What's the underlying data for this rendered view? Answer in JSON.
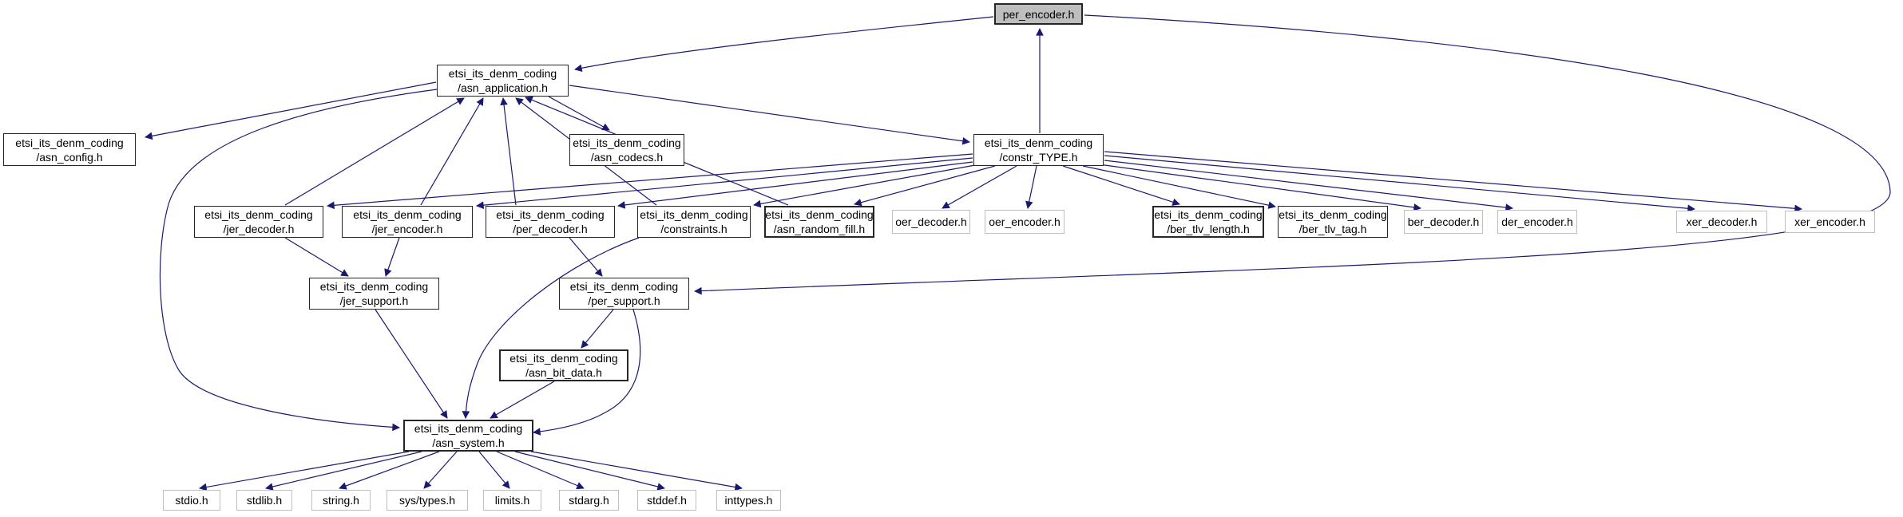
{
  "graph": {
    "root_file": "per_encoder.h",
    "colors": {
      "edge": "#191970",
      "internal_border": "#262626",
      "external_border": "#bfbfbf",
      "root_fill": "#bebebe",
      "node_fill": "#ffffff",
      "text": "#000000"
    },
    "nodes": [
      {
        "id": "per_encoder",
        "kind": "root",
        "lines": [
          "per_encoder.h"
        ]
      },
      {
        "id": "asn_application",
        "kind": "internal",
        "lines": [
          "etsi_its_denm_coding",
          "/asn_application.h"
        ]
      },
      {
        "id": "asn_config",
        "kind": "internal",
        "lines": [
          "etsi_its_denm_coding",
          "/asn_config.h"
        ]
      },
      {
        "id": "asn_codecs",
        "kind": "internal",
        "lines": [
          "etsi_its_denm_coding",
          "/asn_codecs.h"
        ]
      },
      {
        "id": "constr_TYPE",
        "kind": "internal",
        "lines": [
          "etsi_its_denm_coding",
          "/constr_TYPE.h"
        ]
      },
      {
        "id": "jer_decoder",
        "kind": "internal",
        "lines": [
          "etsi_its_denm_coding",
          "/jer_decoder.h"
        ]
      },
      {
        "id": "jer_encoder",
        "kind": "internal",
        "lines": [
          "etsi_its_denm_coding",
          "/jer_encoder.h"
        ]
      },
      {
        "id": "per_decoder",
        "kind": "internal",
        "lines": [
          "etsi_its_denm_coding",
          "/per_decoder.h"
        ]
      },
      {
        "id": "constraints",
        "kind": "internal",
        "lines": [
          "etsi_its_denm_coding",
          "/constraints.h"
        ]
      },
      {
        "id": "asn_random_fill",
        "kind": "internal",
        "lines": [
          "etsi_its_denm_coding",
          "/asn_random_fill.h"
        ]
      },
      {
        "id": "oer_decoder",
        "kind": "external",
        "lines": [
          "oer_decoder.h"
        ]
      },
      {
        "id": "oer_encoder",
        "kind": "external",
        "lines": [
          "oer_encoder.h"
        ]
      },
      {
        "id": "ber_tlv_length",
        "kind": "internal",
        "lines": [
          "etsi_its_denm_coding",
          "/ber_tlv_length.h"
        ]
      },
      {
        "id": "ber_tlv_tag",
        "kind": "internal",
        "lines": [
          "etsi_its_denm_coding",
          "/ber_tlv_tag.h"
        ]
      },
      {
        "id": "ber_decoder",
        "kind": "external",
        "lines": [
          "ber_decoder.h"
        ]
      },
      {
        "id": "der_encoder",
        "kind": "external",
        "lines": [
          "der_encoder.h"
        ]
      },
      {
        "id": "xer_decoder",
        "kind": "external",
        "lines": [
          "xer_decoder.h"
        ]
      },
      {
        "id": "xer_encoder",
        "kind": "external",
        "lines": [
          "xer_encoder.h"
        ]
      },
      {
        "id": "jer_support",
        "kind": "internal",
        "lines": [
          "etsi_its_denm_coding",
          "/jer_support.h"
        ]
      },
      {
        "id": "per_support",
        "kind": "internal",
        "lines": [
          "etsi_its_denm_coding",
          "/per_support.h"
        ]
      },
      {
        "id": "asn_bit_data",
        "kind": "internal",
        "lines": [
          "etsi_its_denm_coding",
          "/asn_bit_data.h"
        ]
      },
      {
        "id": "asn_system",
        "kind": "internal",
        "lines": [
          "etsi_its_denm_coding",
          "/asn_system.h"
        ]
      },
      {
        "id": "stdio",
        "kind": "external",
        "lines": [
          "stdio.h"
        ]
      },
      {
        "id": "stdlib",
        "kind": "external",
        "lines": [
          "stdlib.h"
        ]
      },
      {
        "id": "string",
        "kind": "external",
        "lines": [
          "string.h"
        ]
      },
      {
        "id": "sys_types",
        "kind": "external",
        "lines": [
          "sys/types.h"
        ]
      },
      {
        "id": "limits",
        "kind": "external",
        "lines": [
          "limits.h"
        ]
      },
      {
        "id": "stdarg",
        "kind": "external",
        "lines": [
          "stdarg.h"
        ]
      },
      {
        "id": "stddef",
        "kind": "external",
        "lines": [
          "stddef.h"
        ]
      },
      {
        "id": "inttypes",
        "kind": "external",
        "lines": [
          "inttypes.h"
        ]
      }
    ],
    "edges": [
      {
        "from": "per_encoder",
        "to": "asn_application"
      },
      {
        "from": "per_encoder",
        "to": "per_support"
      },
      {
        "from": "asn_application",
        "to": "asn_config"
      },
      {
        "from": "asn_application",
        "to": "asn_codecs"
      },
      {
        "from": "asn_application",
        "to": "constr_TYPE"
      },
      {
        "from": "asn_application",
        "to": "asn_system"
      },
      {
        "from": "constr_TYPE",
        "to": "per_encoder"
      },
      {
        "from": "constr_TYPE",
        "to": "jer_decoder"
      },
      {
        "from": "constr_TYPE",
        "to": "jer_encoder"
      },
      {
        "from": "constr_TYPE",
        "to": "per_decoder"
      },
      {
        "from": "constr_TYPE",
        "to": "constraints"
      },
      {
        "from": "constr_TYPE",
        "to": "asn_random_fill"
      },
      {
        "from": "constr_TYPE",
        "to": "oer_decoder"
      },
      {
        "from": "constr_TYPE",
        "to": "oer_encoder"
      },
      {
        "from": "constr_TYPE",
        "to": "ber_tlv_length"
      },
      {
        "from": "constr_TYPE",
        "to": "ber_tlv_tag"
      },
      {
        "from": "constr_TYPE",
        "to": "ber_decoder"
      },
      {
        "from": "constr_TYPE",
        "to": "der_encoder"
      },
      {
        "from": "constr_TYPE",
        "to": "xer_decoder"
      },
      {
        "from": "constr_TYPE",
        "to": "xer_encoder"
      },
      {
        "from": "jer_decoder",
        "to": "asn_application"
      },
      {
        "from": "jer_encoder",
        "to": "asn_application"
      },
      {
        "from": "per_decoder",
        "to": "asn_application"
      },
      {
        "from": "constraints",
        "to": "asn_application"
      },
      {
        "from": "asn_random_fill",
        "to": "asn_application"
      },
      {
        "from": "jer_decoder",
        "to": "jer_support"
      },
      {
        "from": "jer_encoder",
        "to": "jer_support"
      },
      {
        "from": "per_decoder",
        "to": "per_support"
      },
      {
        "from": "per_support",
        "to": "asn_bit_data"
      },
      {
        "from": "per_support",
        "to": "asn_system"
      },
      {
        "from": "asn_bit_data",
        "to": "asn_system"
      },
      {
        "from": "jer_support",
        "to": "asn_system"
      },
      {
        "from": "constraints",
        "to": "asn_system"
      },
      {
        "from": "asn_system",
        "to": "stdio"
      },
      {
        "from": "asn_system",
        "to": "stdlib"
      },
      {
        "from": "asn_system",
        "to": "string"
      },
      {
        "from": "asn_system",
        "to": "sys_types"
      },
      {
        "from": "asn_system",
        "to": "limits"
      },
      {
        "from": "asn_system",
        "to": "stdarg"
      },
      {
        "from": "asn_system",
        "to": "stddef"
      },
      {
        "from": "asn_system",
        "to": "inttypes"
      }
    ]
  }
}
